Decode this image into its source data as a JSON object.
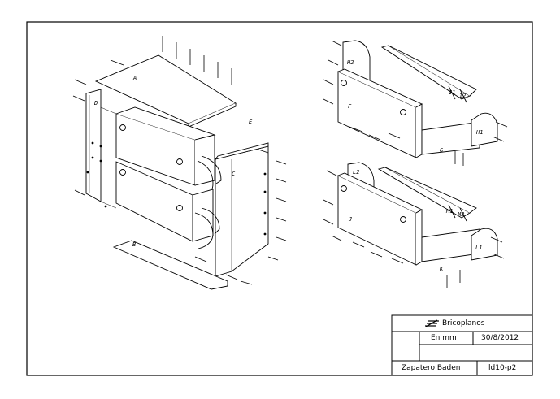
{
  "drawing": {
    "parts": {
      "a": "A",
      "b": "B",
      "c": "C",
      "d": "D",
      "e": "E",
      "f": "F",
      "g": "G",
      "h1": "H1",
      "h2": "H2",
      "i1": "I1",
      "i2": "I2",
      "j": "J",
      "k": "K",
      "l1": "L1",
      "l2": "L2",
      "m1": "M1",
      "m2": "M2"
    }
  },
  "title_block": {
    "brand": "Bricoplanos",
    "units": "En mm",
    "date": "30/8/2012",
    "title": "Zapatero Baden",
    "sheet_id": "ld10-p2"
  }
}
